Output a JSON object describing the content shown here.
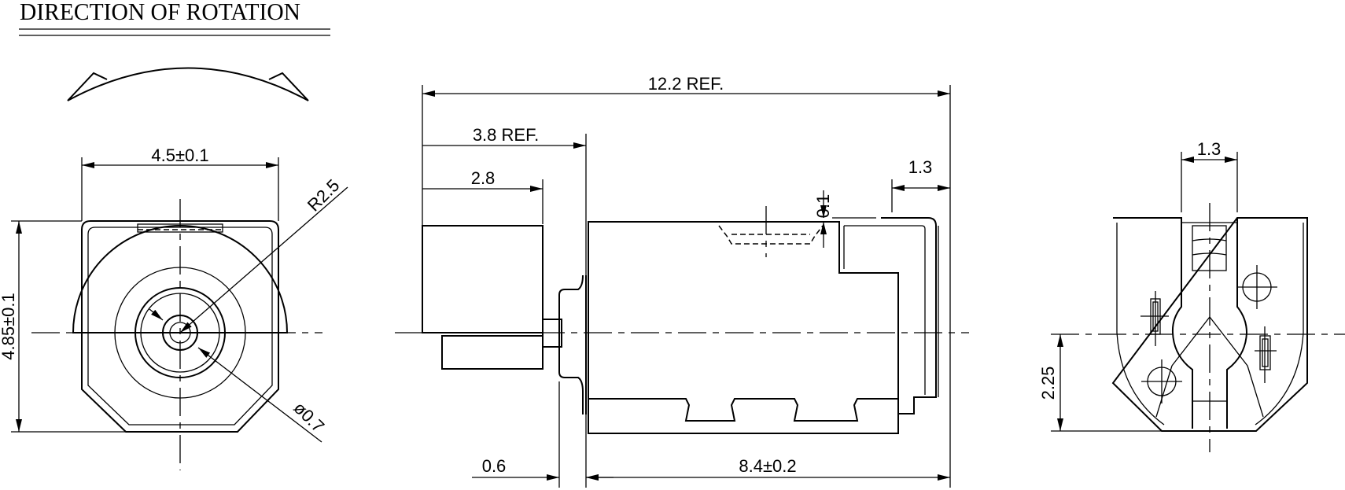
{
  "title": "DIRECTION OF ROTATION",
  "front_view": {
    "width_dim": "4.5±0.1",
    "height_dim": "4.85±0.1",
    "radius_dim": "R2.5",
    "shaft_dim": "ø0.7"
  },
  "side_view": {
    "overall_dim": "12.2 REF.",
    "shaft_offset_dim": "3.8 REF.",
    "weight_dim": "2.8",
    "bracket_dim": "1.3",
    "gap_dim": "0.1",
    "boss_dim": "0.6",
    "body_dim": "8.4±0.2"
  },
  "rear_view": {
    "slot_dim": "1.3",
    "center_height_dim": "2.25"
  }
}
